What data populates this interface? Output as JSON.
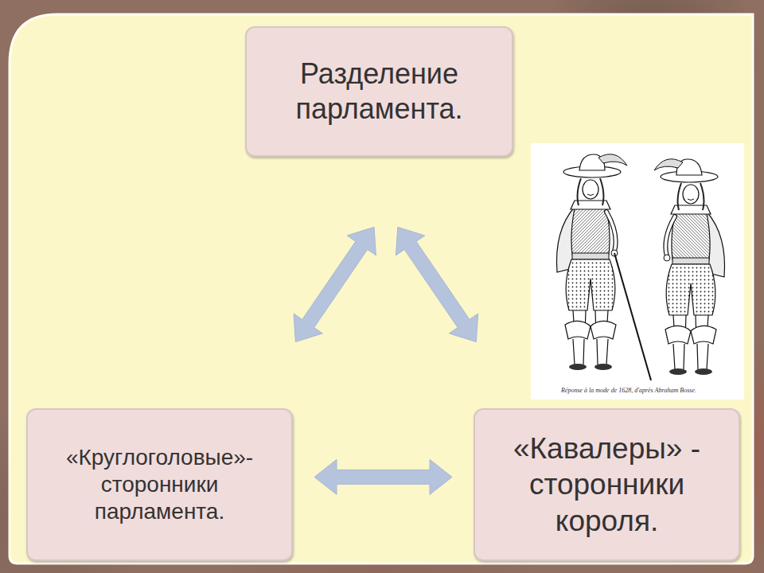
{
  "diagram": {
    "nodes": [
      {
        "text": [
          "Разделение парламента."
        ]
      },
      {
        "text": [
          "«Круглоголовые»- сторонники парламента."
        ]
      },
      {
        "text": [
          "«Кавалеры» - сторонники короля."
        ]
      }
    ],
    "edges": [
      {
        "from": 0,
        "to": 1,
        "arrow": "both"
      },
      {
        "from": 0,
        "to": 2,
        "arrow": "both"
      },
      {
        "from": 1,
        "to": 2,
        "arrow": "both"
      }
    ],
    "labels": [
      "Réponse à la mode de 1628, d'après Abraham Bosse."
    ]
  }
}
